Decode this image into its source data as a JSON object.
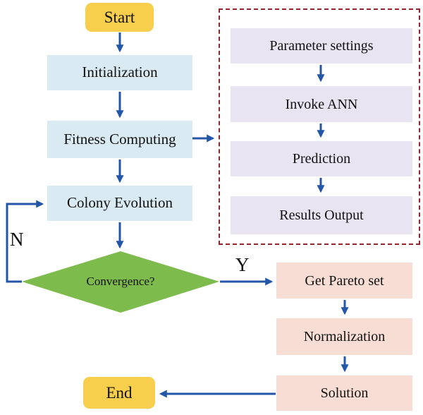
{
  "diagram": {
    "main_flow": {
      "start": "Start",
      "initialization": "Initialization",
      "fitness_computing": "Fitness Computing",
      "colony_evolution": "Colony Evolution",
      "convergence": "Convergence?",
      "end": "End"
    },
    "ann_panel": {
      "parameter_settings": "Parameter settings",
      "invoke_ann": "Invoke ANN",
      "prediction": "Prediction",
      "results_output": "Results Output"
    },
    "pareto_flow": {
      "get_pareto_set": "Get Pareto set",
      "normalization": "Normalization",
      "solution": "Solution"
    },
    "branch_labels": {
      "no": "N",
      "yes": "Y"
    },
    "colors": {
      "terminal_fill": "#f8ce4d",
      "process_fill": "#d9eaf3",
      "ann_fill": "#e9e4f1",
      "pareto_fill": "#f8ddd4",
      "decision_fill": "#7dbb4c",
      "arrow": "#2456a8",
      "panel_border": "#96262c",
      "text": "#111111"
    }
  }
}
